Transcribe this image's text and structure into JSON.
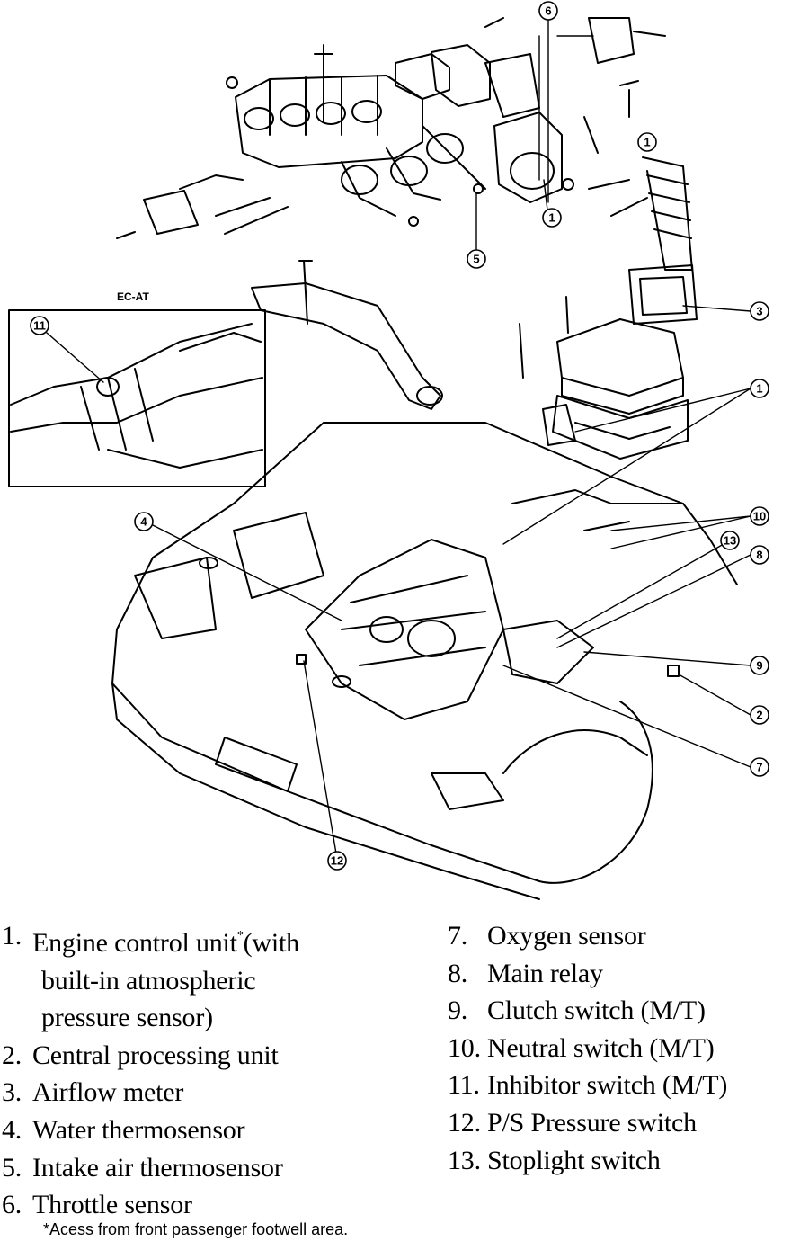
{
  "inset": {
    "label": "EC-AT"
  },
  "callouts": [
    "1",
    "1",
    "1",
    "2",
    "3",
    "4",
    "5",
    "6",
    "7",
    "8",
    "9",
    "10",
    "11",
    "12",
    "13"
  ],
  "legend": {
    "left": [
      {
        "num": "1.",
        "text": "Engine control unit",
        "sup": "*",
        "tail": "(with",
        "cont": [
          "built-in atmospheric",
          "pressure sensor)"
        ]
      },
      {
        "num": "2.",
        "text": "Central processing unit"
      },
      {
        "num": "3.",
        "text": "Airflow meter"
      },
      {
        "num": "4.",
        "text": "Water thermosensor"
      },
      {
        "num": "5.",
        "text": "Intake air thermosensor"
      },
      {
        "num": "6.",
        "text": "Throttle sensor"
      }
    ],
    "right": [
      {
        "num": "7.",
        "text": "Oxygen sensor"
      },
      {
        "num": "8.",
        "text": "Main relay"
      },
      {
        "num": "9.",
        "text": "Clutch switch (M/T)"
      },
      {
        "num": "10.",
        "text": "Neutral switch (M/T)"
      },
      {
        "num": "11.",
        "text": "Inhibitor switch (M/T)"
      },
      {
        "num": "12.",
        "text": "P/S Pressure switch"
      },
      {
        "num": "13.",
        "text": "Stoplight switch"
      }
    ]
  },
  "footnote": "*Acess from front passenger footwell area."
}
